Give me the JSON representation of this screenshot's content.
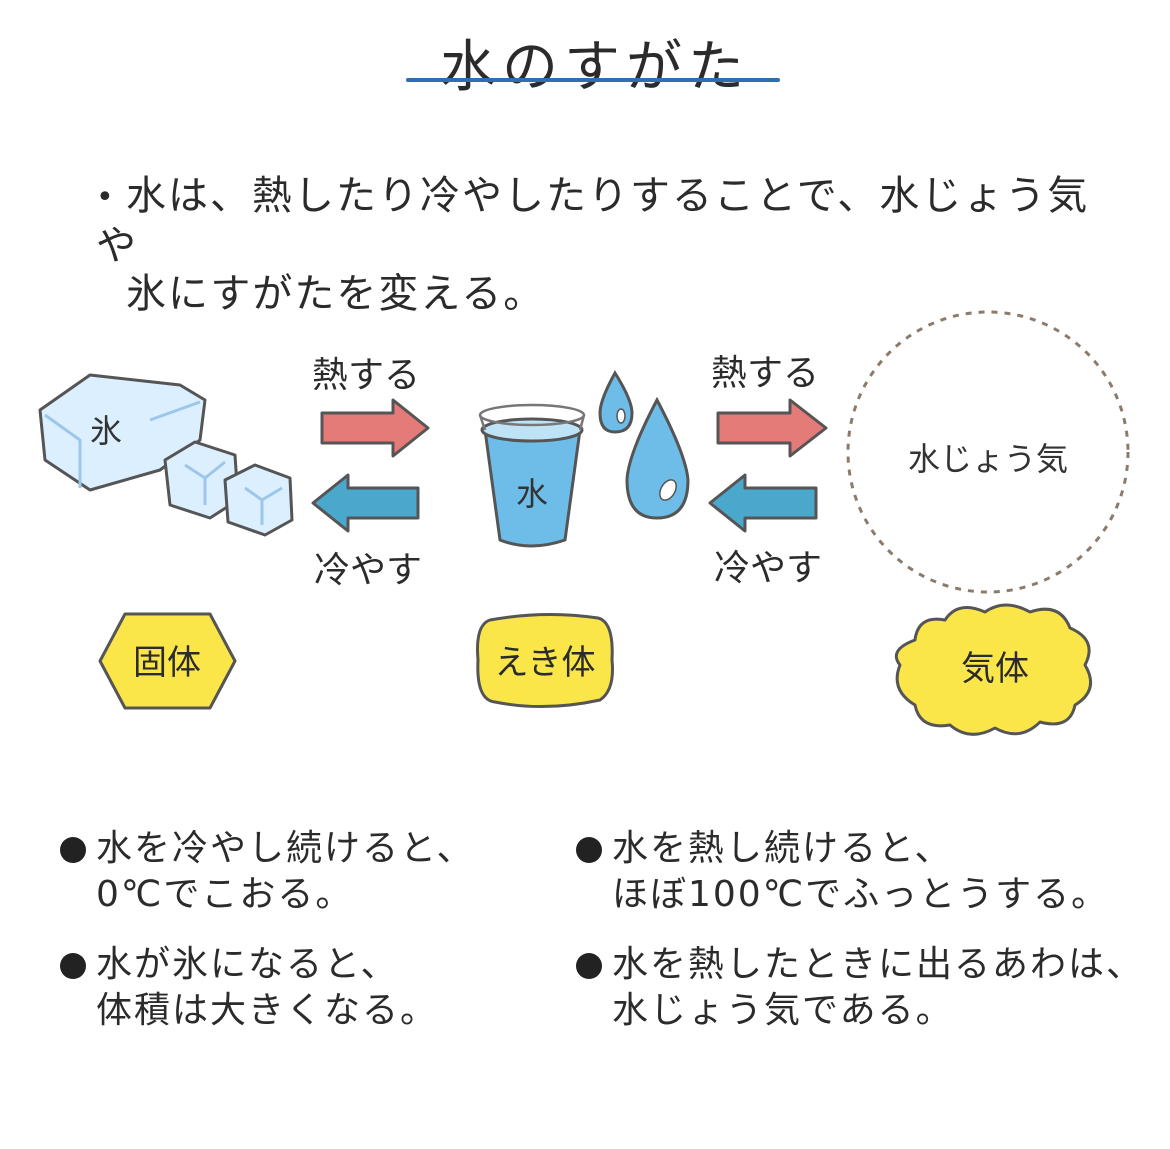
{
  "title": "水のすがた",
  "intro": {
    "bullet": "•",
    "line1": "水は、熱したり冷やしたりすることで、水じょう気や",
    "line2": "氷にすがたを変える。"
  },
  "states": {
    "ice": {
      "label": "氷",
      "badge": "固体"
    },
    "water": {
      "label": "水",
      "badge": "えき体"
    },
    "vapor": {
      "label": "水じょう気",
      "badge": "気体"
    }
  },
  "arrows": {
    "heat_left": "熱する",
    "cool_left": "冷やす",
    "heat_right": "熱する",
    "cool_right": "冷やす"
  },
  "notes": {
    "left": [
      {
        "line1": "水を冷やし続けると、",
        "line2": "0℃でこおる。"
      },
      {
        "line1": "水が氷になると、",
        "line2": "体積は大きくなる。"
      }
    ],
    "right": [
      {
        "line1": "水を熱し続けると、",
        "line2": "ほぼ100℃でふっとうする。"
      },
      {
        "line1": "水を熱したときに出るあわは、",
        "line2": "水じょう気である。"
      }
    ]
  },
  "colors": {
    "title_underline": "#2f6fb1",
    "heat_arrow": "#e57b78",
    "cool_arrow": "#4aa8cc",
    "badge_fill": "#fbe64a",
    "ice_fill": "#dcefff",
    "water_fill": "#6dbde8"
  }
}
